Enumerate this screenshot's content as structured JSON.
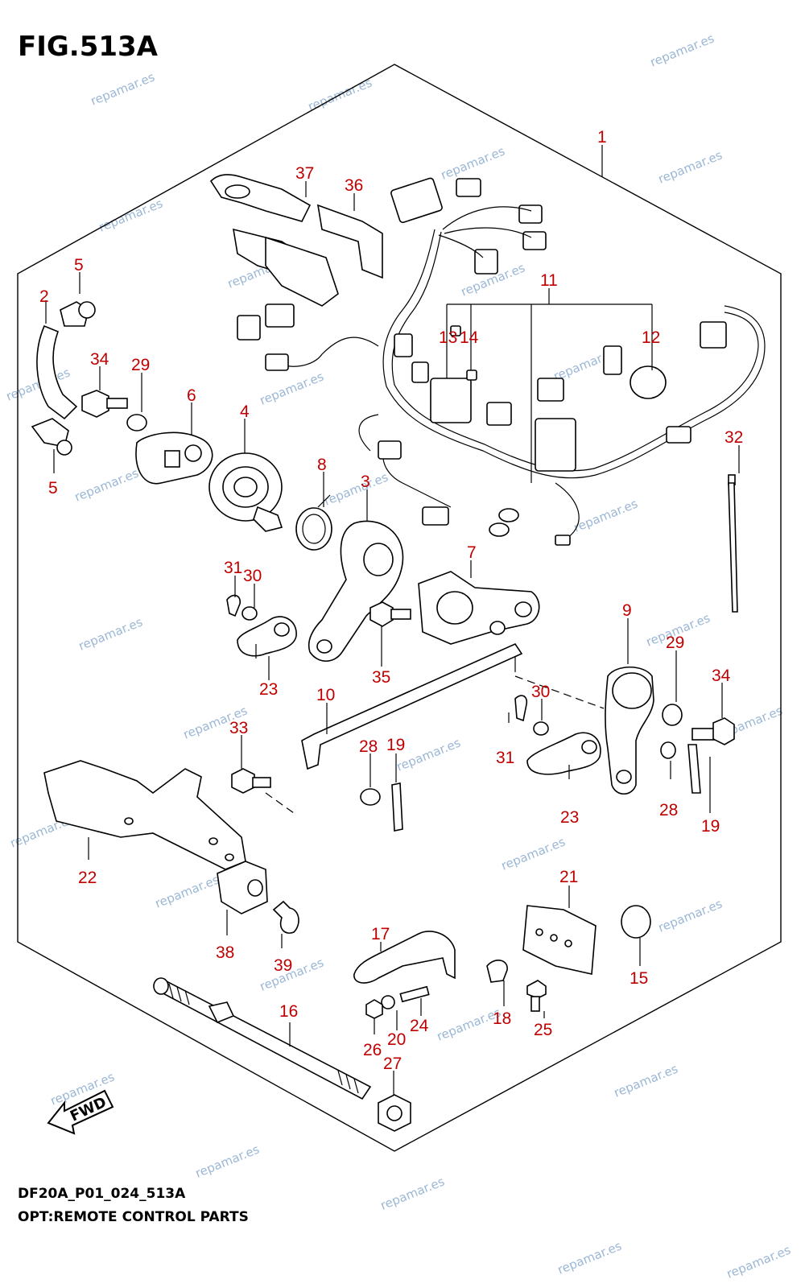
{
  "header": {
    "figure_title": "FIG.513A"
  },
  "footer": {
    "model_code": "DF20A_P01_024_513A",
    "description": "OPT:REMOTE CONTROL PARTS"
  },
  "watermark": {
    "text": "repamar.es",
    "color": "#9bb7d6"
  },
  "callout_color": "#c00000",
  "callouts": {
    "c1": "1",
    "c2": "2",
    "c3": "3",
    "c4": "4",
    "c5a": "5",
    "c5b": "5",
    "c6": "6",
    "c7": "7",
    "c8": "8",
    "c9": "9",
    "c10": "10",
    "c11": "11",
    "c12": "12",
    "c13": "13",
    "c14": "14",
    "c15": "15",
    "c16": "16",
    "c17": "17",
    "c18": "18",
    "c19a": "19",
    "c19b": "19",
    "c20": "20",
    "c21": "21",
    "c22": "22",
    "c23a": "23",
    "c23b": "23",
    "c24": "24",
    "c25": "25",
    "c26": "26",
    "c27": "27",
    "c28a": "28",
    "c28b": "28",
    "c29a": "29",
    "c29b": "29",
    "c30a": "30",
    "c30b": "30",
    "c31a": "31",
    "c31b": "31",
    "c32": "32",
    "c33": "33",
    "c34a": "34",
    "c34b": "34",
    "c35": "35",
    "c36": "36",
    "c37": "37",
    "c38": "38",
    "c39": "39"
  },
  "fwd_label": "FWD"
}
